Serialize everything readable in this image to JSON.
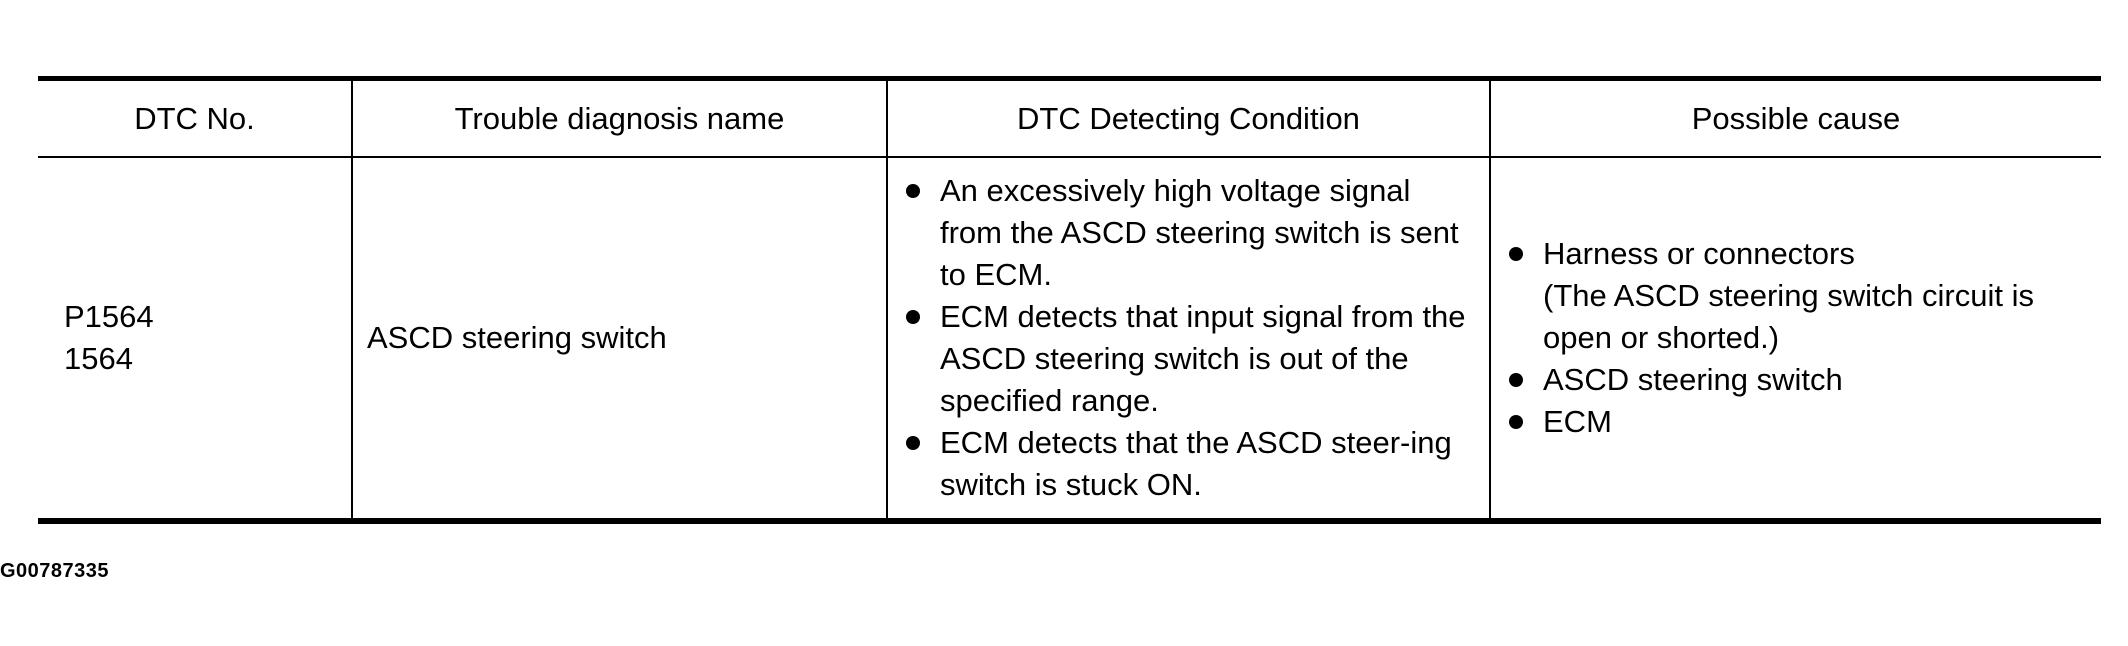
{
  "table": {
    "headers": [
      "DTC No.",
      "Trouble diagnosis name",
      "DTC Detecting Condition",
      "Possible cause"
    ],
    "row": {
      "dtc_codes": [
        "P1564",
        "1564"
      ],
      "diagnosis_name": "ASCD steering switch",
      "conditions": [
        "An excessively high voltage signal from the ASCD steering switch is sent to ECM.",
        "ECM detects that input signal from the ASCD steering switch is out of the specified range.",
        "ECM detects that the ASCD steer-ing switch is stuck ON."
      ],
      "causes": [
        {
          "main": "Harness or connectors",
          "sub": "(The ASCD steering switch circuit is open or shorted.)"
        },
        {
          "main": "ASCD steering switch"
        },
        {
          "main": "ECM"
        }
      ]
    }
  },
  "figure_id": "G00787335"
}
